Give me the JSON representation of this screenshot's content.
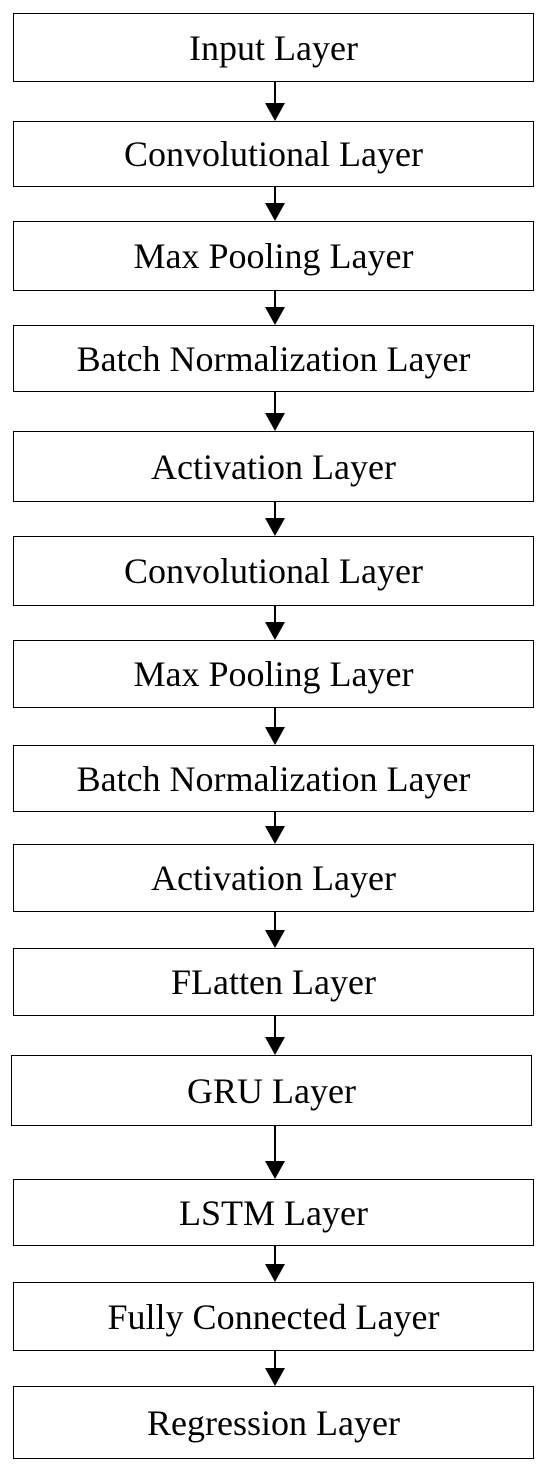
{
  "diagram": {
    "type": "flowchart",
    "direction": "top-to-bottom",
    "layers": [
      {
        "label": "Input Layer"
      },
      {
        "label": "Convolutional Layer"
      },
      {
        "label": "Max Pooling Layer"
      },
      {
        "label": "Batch Normalization Layer"
      },
      {
        "label": "Activation Layer"
      },
      {
        "label": "Convolutional Layer"
      },
      {
        "label": "Max Pooling Layer"
      },
      {
        "label": "Batch Normalization Layer"
      },
      {
        "label": "Activation Layer"
      },
      {
        "label": "FLatten Layer"
      },
      {
        "label": "GRU Layer"
      },
      {
        "label": "LSTM Layer"
      },
      {
        "label": "Fully Connected Layer"
      },
      {
        "label": "Regression Layer"
      }
    ],
    "edge_color": "#000000",
    "box_border_color": "#000000"
  }
}
